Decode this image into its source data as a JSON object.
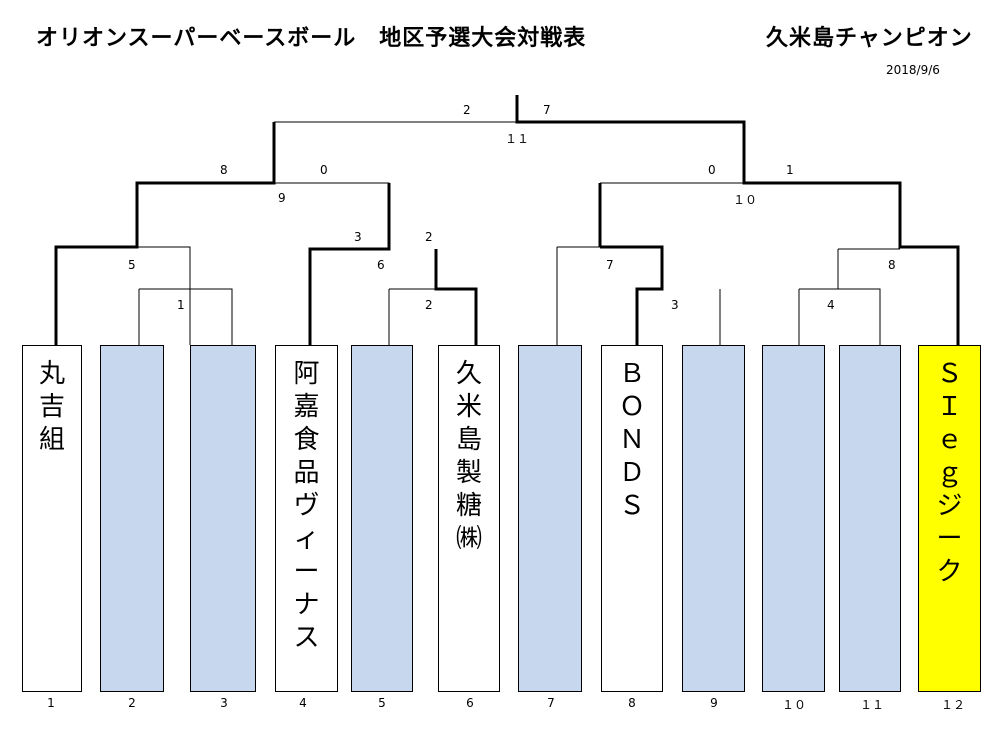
{
  "header": {
    "title": "オリオンスーパーベースボール　地区予選大会対戦表",
    "champion": "久米島チャンピオン",
    "date": "2018/9/6"
  },
  "colors": {
    "empty_slot": "#c6d7ee",
    "champion": "#ffff00",
    "team": "#ffffff"
  },
  "teams": [
    {
      "number": "1",
      "name": [
        "丸",
        "吉",
        "組"
      ],
      "state": "team"
    },
    {
      "number": "2",
      "name": [],
      "state": "empty"
    },
    {
      "number": "3",
      "name": [],
      "state": "empty"
    },
    {
      "number": "4",
      "name": [
        "阿",
        "嘉",
        "食",
        "品",
        "ヴ",
        "ィ",
        "ー",
        "ナ",
        "ス"
      ],
      "state": "team"
    },
    {
      "number": "5",
      "name": [],
      "state": "empty"
    },
    {
      "number": "6",
      "name": [
        "久",
        "米",
        "島",
        "製",
        "糖",
        "㈱"
      ],
      "state": "team"
    },
    {
      "number": "7",
      "name": [],
      "state": "empty"
    },
    {
      "number": "8",
      "name": [
        "Ｂ",
        "Ｏ",
        "Ｎ",
        "Ｄ",
        "Ｓ"
      ],
      "state": "team"
    },
    {
      "number": "9",
      "name": [],
      "state": "empty"
    },
    {
      "number": "１０",
      "name": [],
      "state": "empty"
    },
    {
      "number": "１１",
      "name": [],
      "state": "empty"
    },
    {
      "number": "１２",
      "name": [
        "Ｓ",
        "Ｉ",
        "ｅ",
        "ｇ",
        "ジ",
        "ー",
        "ク"
      ],
      "state": "champion"
    }
  ],
  "scores": {
    "final_left": "2",
    "final_right": "7",
    "final_game": "１１",
    "semi_left_a": "8",
    "semi_left_b": "0",
    "semi_left_game": "9",
    "semi_right_a": "0",
    "semi_right_b": "1",
    "semi_right_game": "１０",
    "g5": "5",
    "g1": "1",
    "g6_a": "3",
    "g6_b": "2",
    "g6_game": "6",
    "g2": "2",
    "g7": "7",
    "g3": "3",
    "g8": "8",
    "g4": "4"
  }
}
